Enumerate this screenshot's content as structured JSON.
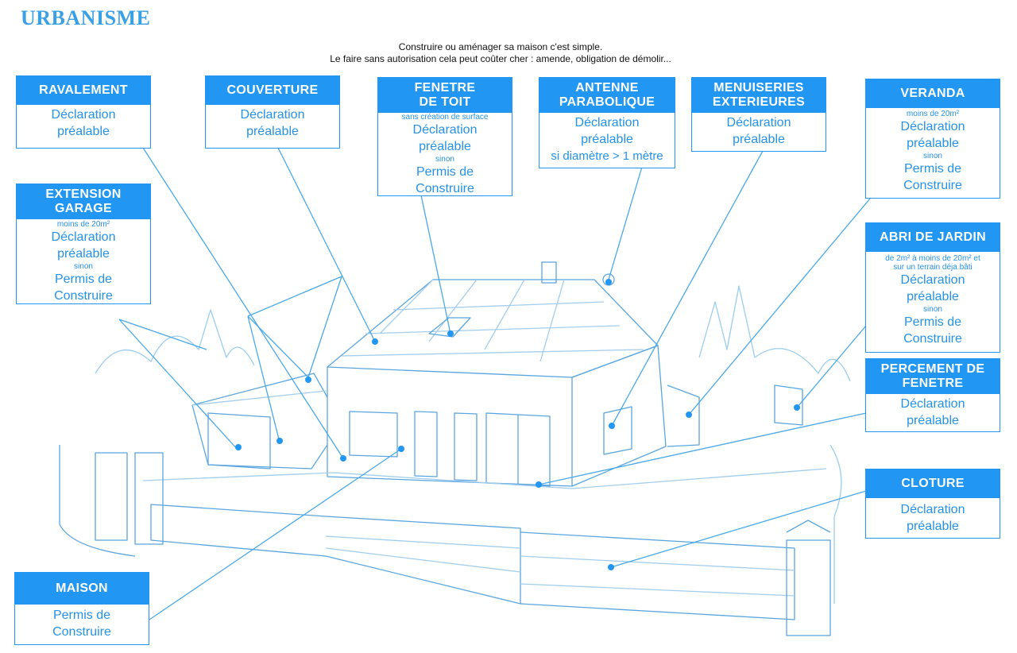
{
  "title": "URBANISME",
  "intro": [
    "Construire ou aménager sa maison c'est simple.",
    "Le faire sans autorisation cela peut coûter cher : amende, obligation de démolir..."
  ],
  "colors": {
    "accent": "#2196f3",
    "line": "#4aa8e8",
    "sketch": "#6fb6e6"
  },
  "labels": {
    "ravalement": {
      "header": "RAVALEMENT",
      "lines": [
        "Déclaration",
        "préalable"
      ]
    },
    "couverture": {
      "header": "COUVERTURE",
      "lines": [
        "Déclaration",
        "préalable"
      ]
    },
    "fenetre_toit": {
      "header": [
        "FENETRE",
        "DE TOIT"
      ],
      "note": "sans création de surface",
      "lines": [
        "Déclaration",
        "préalable"
      ],
      "sinon": "sinon",
      "alt": [
        "Permis de",
        "Construire"
      ]
    },
    "antenne": {
      "header": [
        "ANTENNE",
        "PARABOLIQUE"
      ],
      "lines": [
        "Déclaration",
        "préalable"
      ],
      "extra": "si diamètre > 1 mètre"
    },
    "menuiseries": {
      "header": [
        "MENUISERIES",
        "EXTERIEURES"
      ],
      "lines": [
        "Déclaration",
        "préalable"
      ]
    },
    "veranda": {
      "header": "VERANDA",
      "note": "moins de 20m²",
      "lines": [
        "Déclaration",
        "préalable"
      ],
      "sinon": "sinon",
      "alt": [
        "Permis de",
        "Construire"
      ]
    },
    "extension": {
      "header": [
        "EXTENSION",
        "GARAGE"
      ],
      "note": "moins de 20m²",
      "lines": [
        "Déclaration",
        "préalable"
      ],
      "sinon": "sinon",
      "alt": [
        "Permis de",
        "Construire"
      ]
    },
    "abri": {
      "header": "ABRI DE JARDIN",
      "note": [
        "de 2m² à moins de 20m² et",
        "sur un terrain déja bâti"
      ],
      "lines": [
        "Déclaration",
        "préalable"
      ],
      "sinon": "sinon",
      "alt": [
        "Permis de",
        "Construire"
      ]
    },
    "percement": {
      "header": [
        "PERCEMENT DE",
        "FENETRE"
      ],
      "lines": [
        "Déclaration",
        "préalable"
      ]
    },
    "cloture": {
      "header": "CLOTURE",
      "lines": [
        "Déclaration",
        "préalable"
      ]
    },
    "maison": {
      "header": "MAISON",
      "lines": [
        "Permis de",
        "Construire"
      ]
    }
  }
}
